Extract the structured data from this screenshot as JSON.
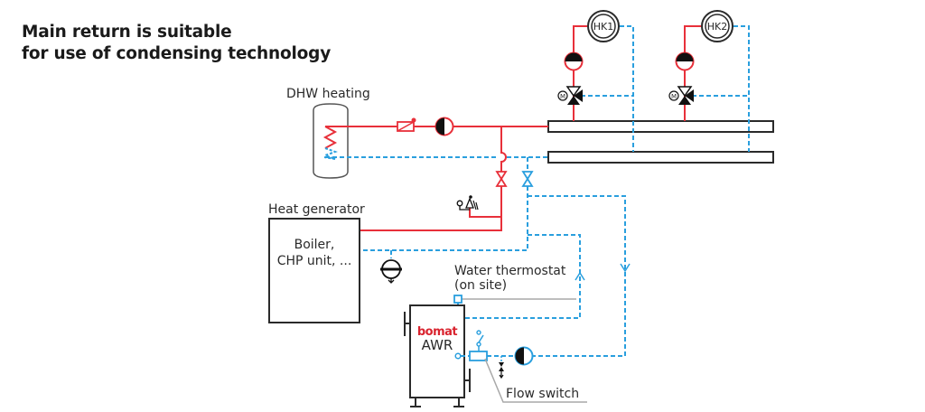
{
  "title": {
    "line1": "Main return is suitable",
    "line2": "for use of condensing technology"
  },
  "labels": {
    "dhw_heating": "DHW heating",
    "heat_generator": "Heat generator",
    "boiler_line1": "Boiler,",
    "boiler_line2": "CHP unit, ...",
    "water_thermostat_line1": "Water thermostat",
    "water_thermostat_line2": "(on site)",
    "flow_switch": "Flow switch",
    "brand": "bomat",
    "awr": "AWR",
    "hk1": "HK1",
    "hk2": "HK2",
    "motor": "M"
  },
  "colors": {
    "flow": "#e8303a",
    "return": "#2a9fde",
    "outline": "#2a2a2a",
    "leader": "#a8a8a8",
    "brand": "#d9232e"
  }
}
